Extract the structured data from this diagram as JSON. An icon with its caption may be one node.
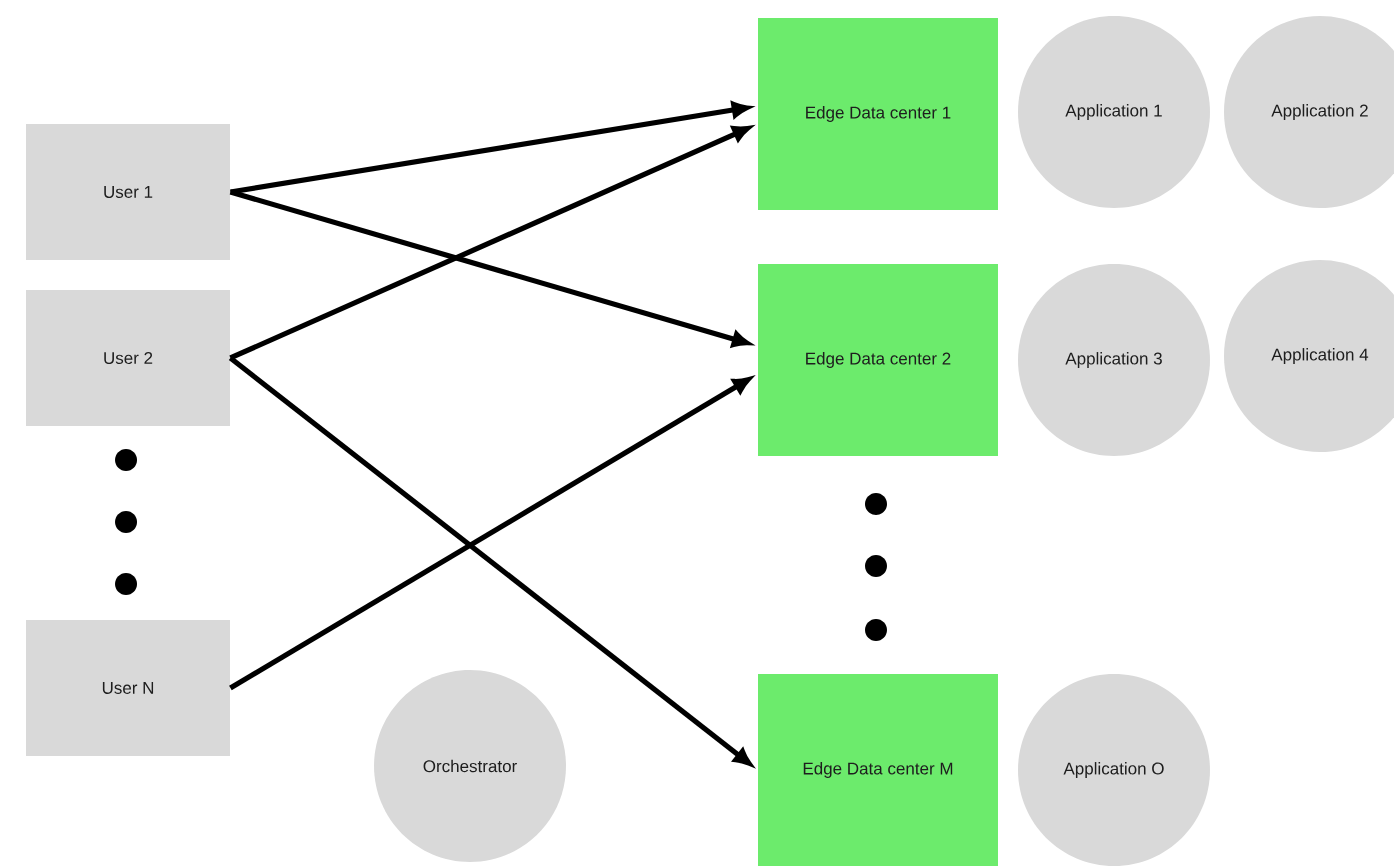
{
  "diagram": {
    "nodes": [
      {
        "text": [
          "User 1"
        ]
      },
      {
        "text": [
          "User 2"
        ]
      },
      {
        "text": [
          "User N"
        ]
      },
      {
        "text": [
          "Edge Data center 1"
        ]
      },
      {
        "text": [
          "Edge Data center 2"
        ]
      },
      {
        "text": [
          "Edge Data center M"
        ]
      },
      {
        "text": [
          "Application 1"
        ]
      },
      {
        "text": [
          "Application 2"
        ]
      },
      {
        "text": [
          "Application 3"
        ]
      },
      {
        "text": [
          "Application 4"
        ]
      },
      {
        "text": [
          "Orchestrator"
        ]
      },
      {
        "text": [
          "Application O"
        ]
      }
    ],
    "edges": [
      {
        "from": 0,
        "to": 3,
        "arrow": "to"
      },
      {
        "from": 0,
        "to": 4,
        "arrow": "to"
      },
      {
        "from": 1,
        "to": 3,
        "arrow": "to"
      },
      {
        "from": 1,
        "to": 5,
        "arrow": "to"
      },
      {
        "from": 2,
        "to": 4,
        "arrow": "to"
      }
    ]
  }
}
